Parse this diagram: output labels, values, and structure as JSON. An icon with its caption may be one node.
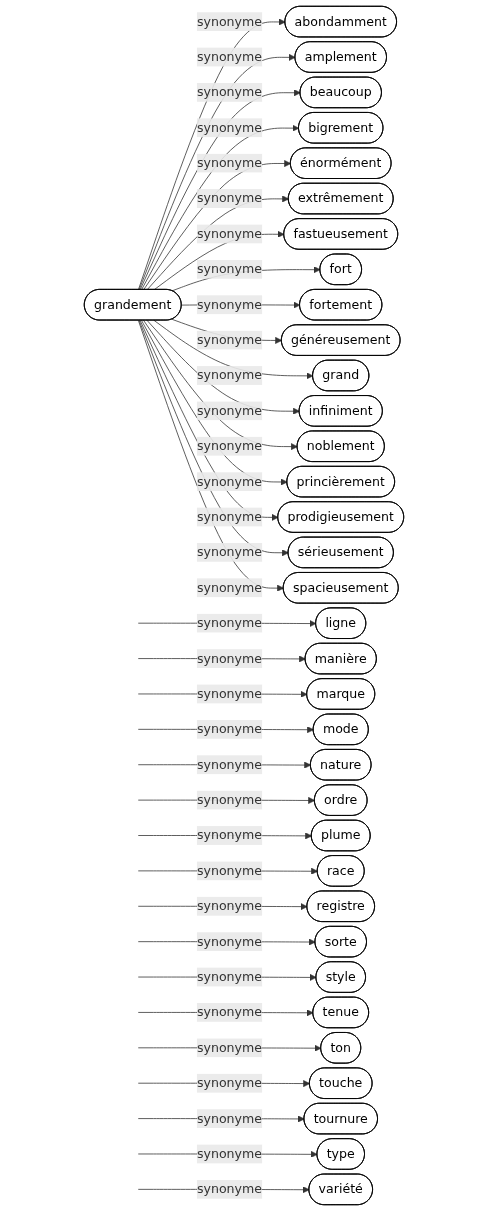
{
  "diagram": {
    "nodes": [
      {
        "text": [
          "grandement"
        ]
      },
      {
        "text": [
          "ligne"
        ]
      },
      {
        "text": [
          "abondamment"
        ]
      },
      {
        "text": [
          "manière"
        ]
      },
      {
        "text": [
          "amplement"
        ]
      },
      {
        "text": [
          "marque"
        ]
      },
      {
        "text": [
          "beaucoup"
        ]
      },
      {
        "text": [
          "mode"
        ]
      },
      {
        "text": [
          "bigrement"
        ]
      },
      {
        "text": [
          "nature"
        ]
      },
      {
        "text": [
          "énormément"
        ]
      },
      {
        "text": [
          "ordre"
        ]
      },
      {
        "text": [
          "extrêmement"
        ]
      },
      {
        "text": [
          "plume"
        ]
      },
      {
        "text": [
          "fastueusement"
        ]
      },
      {
        "text": [
          "race"
        ]
      },
      {
        "text": [
          "fort"
        ]
      },
      {
        "text": [
          "registre"
        ]
      },
      {
        "text": [
          "fortement"
        ]
      },
      {
        "text": [
          "sorte"
        ]
      },
      {
        "text": [
          "généreusement"
        ]
      },
      {
        "text": [
          "style"
        ]
      },
      {
        "text": [
          "grand"
        ]
      },
      {
        "text": [
          "tenue"
        ]
      },
      {
        "text": [
          "infiniment"
        ]
      },
      {
        "text": [
          "ton"
        ]
      },
      {
        "text": [
          "noblement"
        ]
      },
      {
        "text": [
          "touche"
        ]
      },
      {
        "text": [
          "princièrement"
        ]
      },
      {
        "text": [
          "tournure"
        ]
      },
      {
        "text": [
          "prodigieusement"
        ]
      },
      {
        "text": [
          "type"
        ]
      },
      {
        "text": [
          "sérieusement"
        ]
      },
      {
        "text": [
          "variété"
        ]
      },
      {
        "text": [
          "spacieusement"
        ]
      }
    ],
    "edges": [
      {
        "from": null,
        "to": 1,
        "arrow": "to",
        "label": "synonyme"
      },
      {
        "from": 0,
        "to": 2,
        "arrow": "to",
        "label": "synonyme"
      },
      {
        "from": null,
        "to": 3,
        "arrow": "to",
        "label": "synonyme"
      },
      {
        "from": 0,
        "to": 4,
        "arrow": "to",
        "label": "synonyme"
      },
      {
        "from": null,
        "to": 5,
        "arrow": "to",
        "label": "synonyme"
      },
      {
        "from": 0,
        "to": 6,
        "arrow": "to",
        "label": "synonyme"
      },
      {
        "from": null,
        "to": 7,
        "arrow": "to",
        "label": "synonyme"
      },
      {
        "from": 0,
        "to": 8,
        "arrow": "to",
        "label": "synonyme"
      },
      {
        "from": null,
        "to": 9,
        "arrow": "to",
        "label": "synonyme"
      },
      {
        "from": 0,
        "to": 10,
        "arrow": "to",
        "label": "synonyme"
      },
      {
        "from": null,
        "to": 11,
        "arrow": "to",
        "label": "synonyme"
      },
      {
        "from": 0,
        "to": 12,
        "arrow": "to",
        "label": "synonyme"
      },
      {
        "from": null,
        "to": 13,
        "arrow": "to",
        "label": "synonyme"
      },
      {
        "from": 0,
        "to": 14,
        "arrow": "to",
        "label": "synonyme"
      },
      {
        "from": null,
        "to": 15,
        "arrow": "to",
        "label": "synonyme"
      },
      {
        "from": 0,
        "to": 16,
        "arrow": "to",
        "label": "synonyme"
      },
      {
        "from": null,
        "to": 17,
        "arrow": "to",
        "label": "synonyme"
      },
      {
        "from": 0,
        "to": 18,
        "arrow": "to",
        "label": "synonyme"
      },
      {
        "from": null,
        "to": 19,
        "arrow": "to",
        "label": "synonyme"
      },
      {
        "from": 0,
        "to": 20,
        "arrow": "to",
        "label": "synonyme"
      },
      {
        "from": null,
        "to": 21,
        "arrow": "to",
        "label": "synonyme"
      },
      {
        "from": 0,
        "to": 22,
        "arrow": "to",
        "label": "synonyme"
      },
      {
        "from": null,
        "to": 23,
        "arrow": "to",
        "label": "synonyme"
      },
      {
        "from": 0,
        "to": 24,
        "arrow": "to",
        "label": "synonyme"
      },
      {
        "from": null,
        "to": 25,
        "arrow": "to",
        "label": "synonyme"
      },
      {
        "from": 0,
        "to": 26,
        "arrow": "to",
        "label": "synonyme"
      },
      {
        "from": null,
        "to": 27,
        "arrow": "to",
        "label": "synonyme"
      },
      {
        "from": 0,
        "to": 28,
        "arrow": "to",
        "label": "synonyme"
      },
      {
        "from": null,
        "to": 29,
        "arrow": "to",
        "label": "synonyme"
      },
      {
        "from": 0,
        "to": 30,
        "arrow": "to",
        "label": "synonyme"
      },
      {
        "from": null,
        "to": 31,
        "arrow": "to",
        "label": "synonyme"
      },
      {
        "from": 0,
        "to": 32,
        "arrow": "to",
        "label": "synonyme"
      },
      {
        "from": null,
        "to": 33,
        "arrow": "to",
        "label": "synonyme"
      },
      {
        "from": 0,
        "to": 34,
        "arrow": "to",
        "label": "synonyme"
      }
    ]
  }
}
